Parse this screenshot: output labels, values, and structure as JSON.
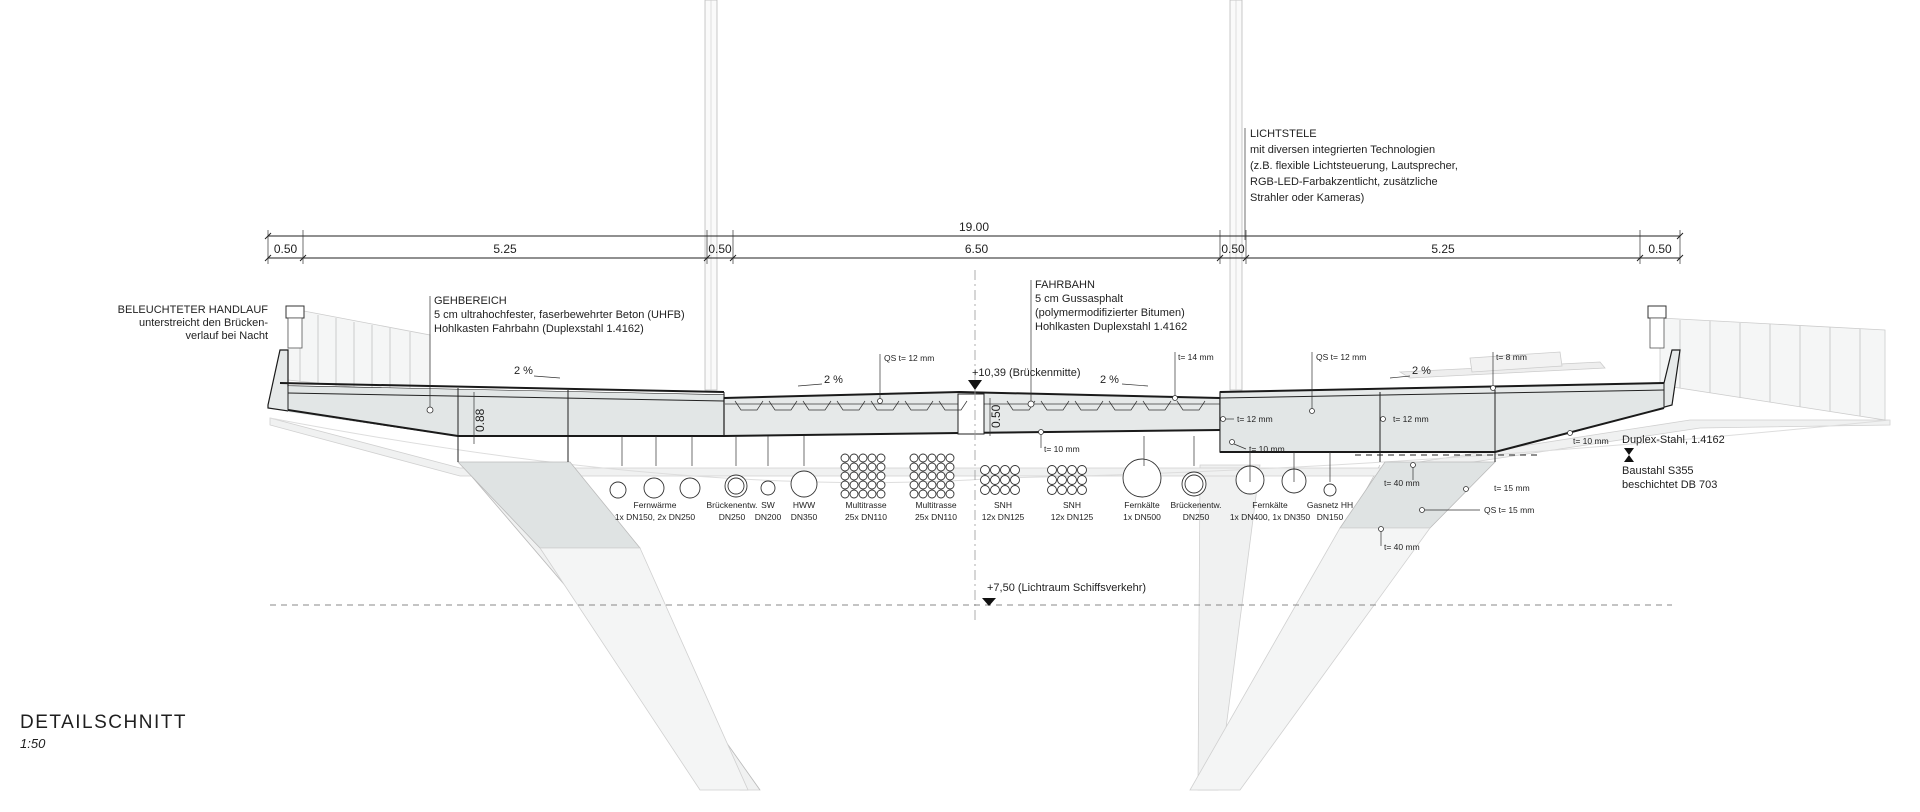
{
  "title": "DETAILSCHNITT",
  "scale": "1:50",
  "dimensions": {
    "total": "19.00",
    "segments": [
      "0.50",
      "5.25",
      "0.50",
      "6.50",
      "0.50",
      "5.25",
      "0.50"
    ],
    "height_footway": "0.88",
    "height_roadway": "0.50"
  },
  "labels": {
    "handlauf": [
      "BELEUCHTETER HANDLAUF",
      "unterstreicht den Brücken-",
      "verlauf bei Nacht"
    ],
    "gehbereich": [
      "GEHBEREICH",
      "5 cm  ultrahochfester, faserbewehrter Beton (UHFB)",
      "Hohlkasten Fahrbahn (Duplexstahl 1.4162)"
    ],
    "fahrbahn": [
      "FAHRBAHN",
      "5 cm Gussasphalt",
      "(polymermodifizierter Bitumen)",
      "Hohlkasten Duplexstahl 1.4162"
    ],
    "lichtstele": [
      "LICHTSTELE",
      "mit diversen integrierten Technologien",
      "(z.B. flexible Lichtsteuerung, Lautsprecher,",
      "RGB-LED-Farbakzentlicht, zusätzliche",
      "Strahler oder Kameras)"
    ],
    "duplex": "Duplex-Stahl, 1.4162",
    "baustahl": [
      "Baustahl S355",
      "beschichtet DB 703"
    ],
    "brueckenmitte": "+10,39 (Brückenmitte)",
    "lichtraum": "+7,50  (Lichtraum Schiffsverkehr)"
  },
  "slopes": [
    "2 %",
    "2 %",
    "2 %",
    "2 %"
  ],
  "thickness": {
    "qs12_left": "QS t= 12 mm",
    "t14": "t= 14 mm",
    "qs12_right": "QS t= 12 mm",
    "t8": "t= 8 mm",
    "t10_mid": "t= 10 mm",
    "t12_a": "t= 12 mm",
    "t10_b": "t= 10 mm",
    "t12_b": "t= 12 mm",
    "t10_c": "t= 10 mm",
    "t40_a": "t= 40 mm",
    "t15": "t= 15 mm",
    "qs15": "QS t= 15 mm",
    "t40_b": "t= 40 mm"
  },
  "utilities": [
    {
      "name": "Fernwärme",
      "spec": "1x DN150, 2x DN250"
    },
    {
      "name": "Brückenentw.",
      "spec": "DN250"
    },
    {
      "name": "SW",
      "spec": "DN200"
    },
    {
      "name": "HWW",
      "spec": "DN350"
    },
    {
      "name": "Multitrasse",
      "spec": "25x DN110"
    },
    {
      "name": "Multitrasse",
      "spec": "25x DN110"
    },
    {
      "name": "SNH",
      "spec": "12x DN125"
    },
    {
      "name": "SNH",
      "spec": "12x DN125"
    },
    {
      "name": "Fernkälte",
      "spec": "1x DN500"
    },
    {
      "name": "Brückenentw.",
      "spec": "DN250"
    },
    {
      "name": "Fernkälte",
      "spec": "1x DN400, 1x DN350"
    },
    {
      "name": "Gasnetz HH",
      "spec": "DN150"
    }
  ]
}
